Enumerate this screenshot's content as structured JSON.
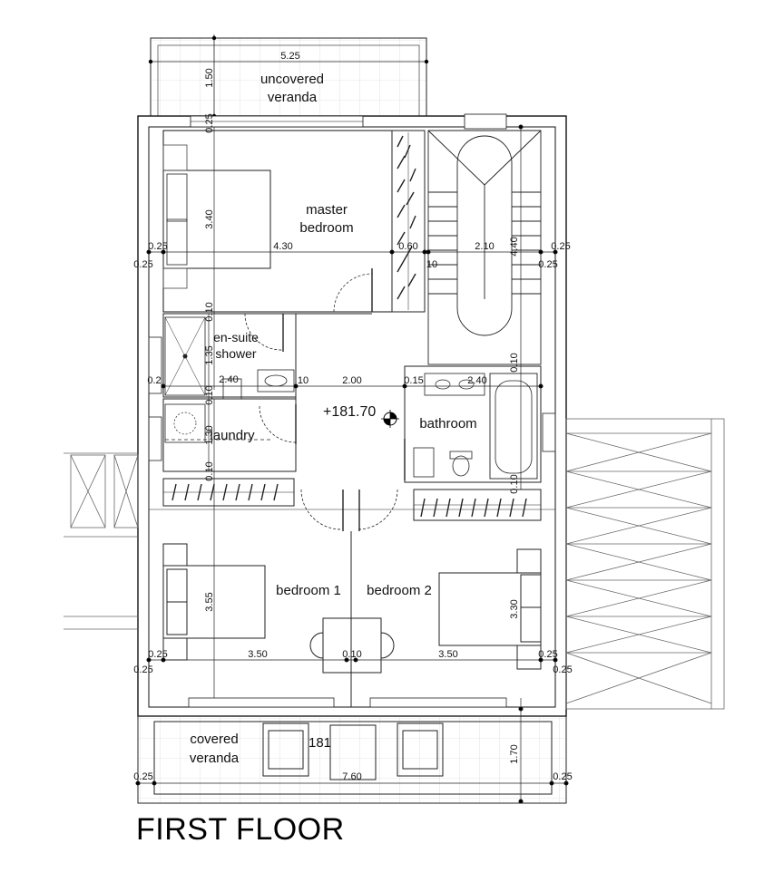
{
  "title": "FIRST FLOOR",
  "elevation": "+181.70",
  "elevation_short": "181",
  "rooms": {
    "uncovered_veranda": [
      "uncovered",
      "veranda"
    ],
    "master_bedroom": [
      "master",
      "bedroom"
    ],
    "ensuite": [
      "en-suite",
      "shower"
    ],
    "laundry": "laundry",
    "bathroom": "bathroom",
    "bedroom1": "bedroom 1",
    "bedroom2": "bedroom 2",
    "covered_veranda": [
      "covered",
      "veranda"
    ]
  },
  "dimensions": {
    "veranda_width": "5.25",
    "veranda_depth": "1.50",
    "wall_top": "0.25",
    "master_height": "3.40",
    "master_width": "4.30",
    "d060": "0.60",
    "d10a": "10",
    "stair_width": "2.10",
    "stair_height": "4.40",
    "left_outer_a": "0.25",
    "left_outer_b": "0.25",
    "right_outer_a": "0.25",
    "right_outer_b": "0.25",
    "ensuite_v": "1.35",
    "ensuite_h": "2.40",
    "hall_a": "10",
    "hall_width": "2.00",
    "bath_a": "0.15",
    "bath_width": "2.40",
    "bath_top": "0.10",
    "ensuite_top": "0.10",
    "ensuite_bottom": "0.10",
    "laundry_h": "1.30",
    "laundry_bottom": "0.10",
    "bath_bottom": "0.10",
    "left_small": "0.2",
    "bed1_height": "3.55",
    "bed1_width": "3.50",
    "bed_mid": "0.10",
    "bed2_width": "3.50",
    "bed2_height": "3.30",
    "bed_left_a": "0.25",
    "bed_left_b": "0.25",
    "bed_right_a": "0.25",
    "bed_right_b": "0.25",
    "cov_width": "7.60",
    "cov_depth": "1.70",
    "cov_left": "0.25",
    "cov_right": "0.25"
  }
}
